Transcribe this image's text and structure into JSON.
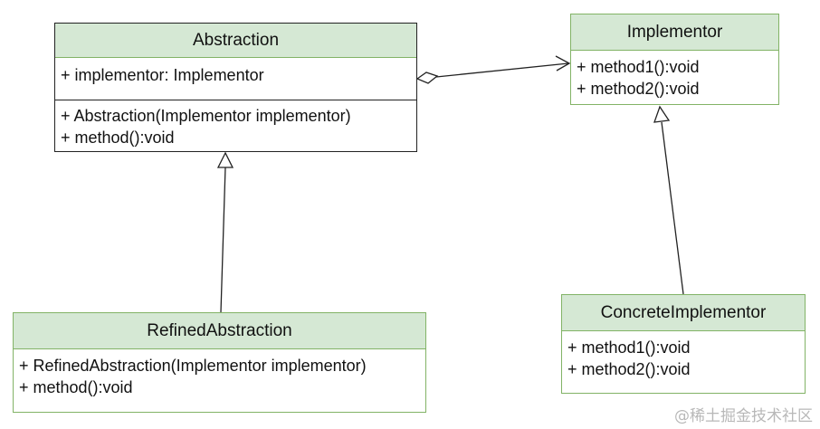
{
  "classes": {
    "abstraction": {
      "name": "Abstraction",
      "attributes": [
        "+ implementor: Implementor"
      ],
      "operations": [
        "+ Abstraction(Implementor implementor)",
        "+ method():void"
      ]
    },
    "implementor": {
      "name": "Implementor",
      "operations": [
        "+ method1():void",
        "+ method2():void"
      ]
    },
    "refined_abstraction": {
      "name": "RefinedAbstraction",
      "operations": [
        "+ RefinedAbstraction(Implementor implementor)",
        "+ method():void"
      ]
    },
    "concrete_implementor": {
      "name": "ConcreteImplementor",
      "operations": [
        "+ method1():void",
        "+ method2():void"
      ]
    }
  },
  "relationships": [
    {
      "type": "aggregation",
      "from": "Abstraction",
      "to": "Implementor"
    },
    {
      "type": "generalization",
      "from": "RefinedAbstraction",
      "to": "Abstraction"
    },
    {
      "type": "generalization",
      "from": "ConcreteImplementor",
      "to": "Implementor"
    }
  ],
  "colors": {
    "header_fill": "#d5e8d4",
    "header_border": "#82b366",
    "line": "#222222",
    "watermark": "#b8b8b8"
  },
  "watermark": "@稀土掘金技术社区"
}
